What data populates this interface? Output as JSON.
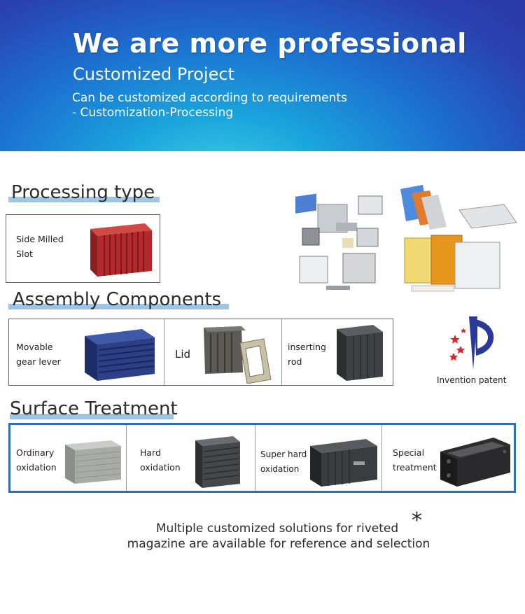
{
  "banner": {
    "headline": "We are more professional",
    "subtitle": "Customized Project",
    "line1": "Can be customized according to requirements",
    "line2": "- Customization-Processing"
  },
  "sections": {
    "processing": {
      "title": "Processing type",
      "items": [
        {
          "label_line1": "Side Milled",
          "label_line2": "Slot"
        }
      ]
    },
    "assembly": {
      "title": "Assembly Components",
      "items": [
        {
          "label_line1": "Movable",
          "label_line2": "gear lever"
        },
        {
          "label_line1": "Lid",
          "label_line2": ""
        },
        {
          "label_line1": "inserting",
          "label_line2": "rod"
        }
      ]
    },
    "surface": {
      "title": "Surface Treatment",
      "items": [
        {
          "label_line1": "Ordinary",
          "label_line2": "oxidation"
        },
        {
          "label_line1": "Hard",
          "label_line2": "oxidation"
        },
        {
          "label_line1": "Super hard",
          "label_line2": "oxidation"
        },
        {
          "label_line1": "Special",
          "label_line2": "treatment"
        }
      ]
    }
  },
  "patent": {
    "label": "Invention patent"
  },
  "footer": {
    "line1": "Multiple customized solutions for riveted",
    "line2": "magazine are available for reference and selection",
    "mark": "*"
  },
  "colors": {
    "accent_underline": "#9ec6e4",
    "surface_border": "#2f6fb4",
    "red_product": "#b3282a",
    "blue_product": "#2c3f87"
  }
}
